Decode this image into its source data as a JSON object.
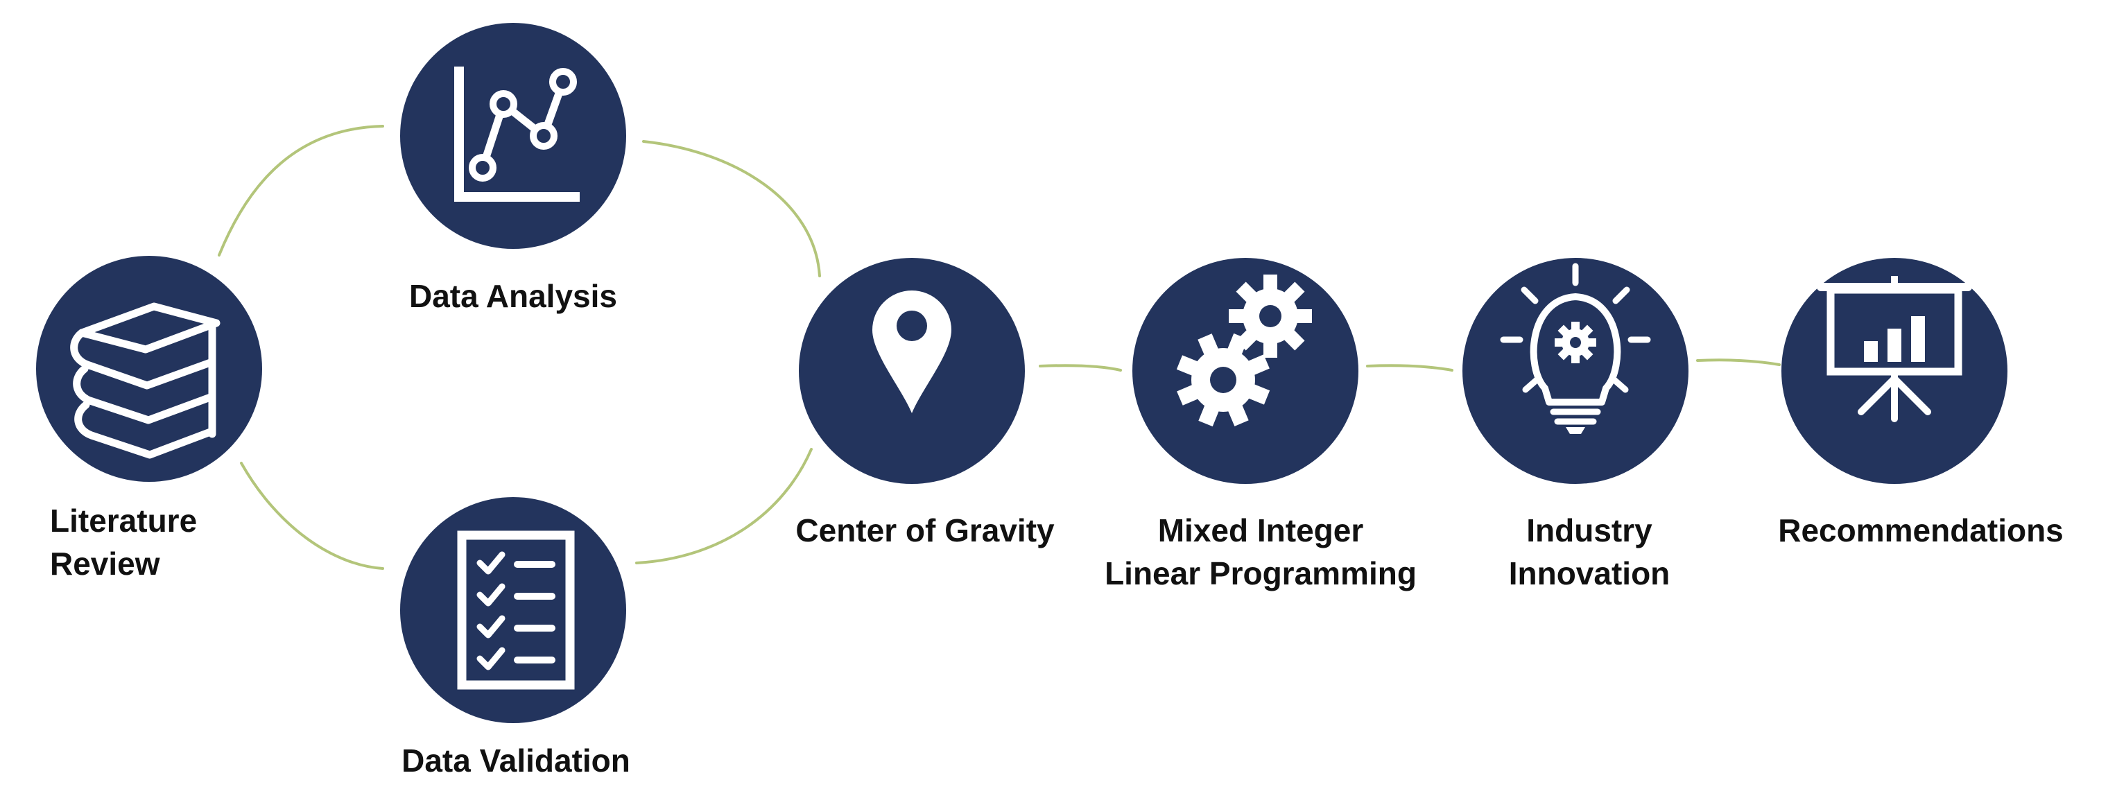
{
  "colors": {
    "node_fill": "#23345d",
    "icon": "#ffffff",
    "connector": "#b3c57a",
    "text": "#111111"
  },
  "nodes": {
    "literature_review": {
      "label_line1": "Literature",
      "label_line2": "Review",
      "icon": "books-icon"
    },
    "data_analysis": {
      "label": "Data Analysis",
      "icon": "line-chart-icon"
    },
    "data_validation": {
      "label": "Data Validation",
      "icon": "checklist-icon"
    },
    "center_of_gravity": {
      "label": "Center of Gravity",
      "icon": "map-pin-icon"
    },
    "milp": {
      "label_line1": "Mixed Integer",
      "label_line2": "Linear Programming",
      "icon": "gears-icon"
    },
    "industry_innovation": {
      "label_line1": "Industry",
      "label_line2": "Innovation",
      "icon": "lightbulb-gear-icon"
    },
    "recommendations": {
      "label": "Recommendations",
      "icon": "presentation-board-icon"
    }
  }
}
